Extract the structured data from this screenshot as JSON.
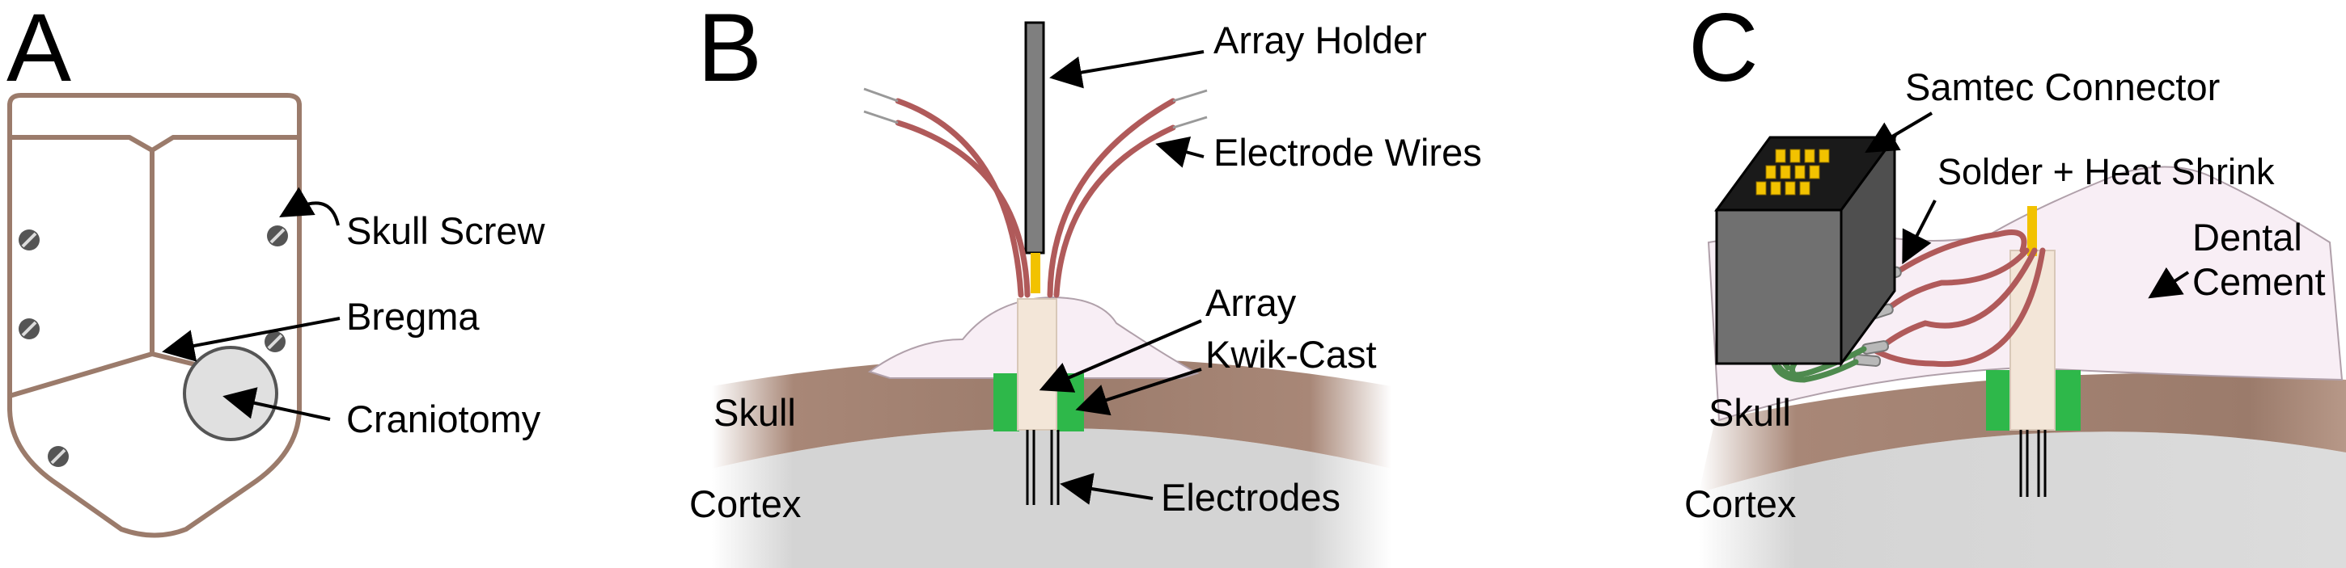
{
  "panels": {
    "a": {
      "letter": "A",
      "labels": {
        "skull_screw": "Skull Screw",
        "bregma": "Bregma",
        "craniotomy": "Craniotomy"
      }
    },
    "b": {
      "letter": "B",
      "labels": {
        "array_holder": "Array Holder",
        "electrode_wires": "Electrode Wires",
        "array": "Array",
        "kwik_cast": "Kwik-Cast",
        "skull": "Skull",
        "cortex": "Cortex",
        "electrodes": "Electrodes"
      }
    },
    "c": {
      "letter": "C",
      "labels": {
        "samtec_connector": "Samtec Connector",
        "solder_heat_shrink": "Solder + Heat Shrink",
        "dental": "Dental",
        "cement": "Cement",
        "skull": "Skull",
        "cortex": "Cortex"
      }
    }
  },
  "colors": {
    "skull_outline": "#9b7b6b",
    "skull_band": "#9b7b6b",
    "cortex": "#d4d4d4",
    "wire": "#b05a5a",
    "wire_green": "#4e8a4e",
    "kwik_cast": "#2eb84a",
    "array_body": "#f3e6d8",
    "cement": "#f8eef5",
    "holder": "#7f7f7f",
    "connector": "#707070",
    "pins": "#f2c200",
    "screw": "#555555"
  }
}
